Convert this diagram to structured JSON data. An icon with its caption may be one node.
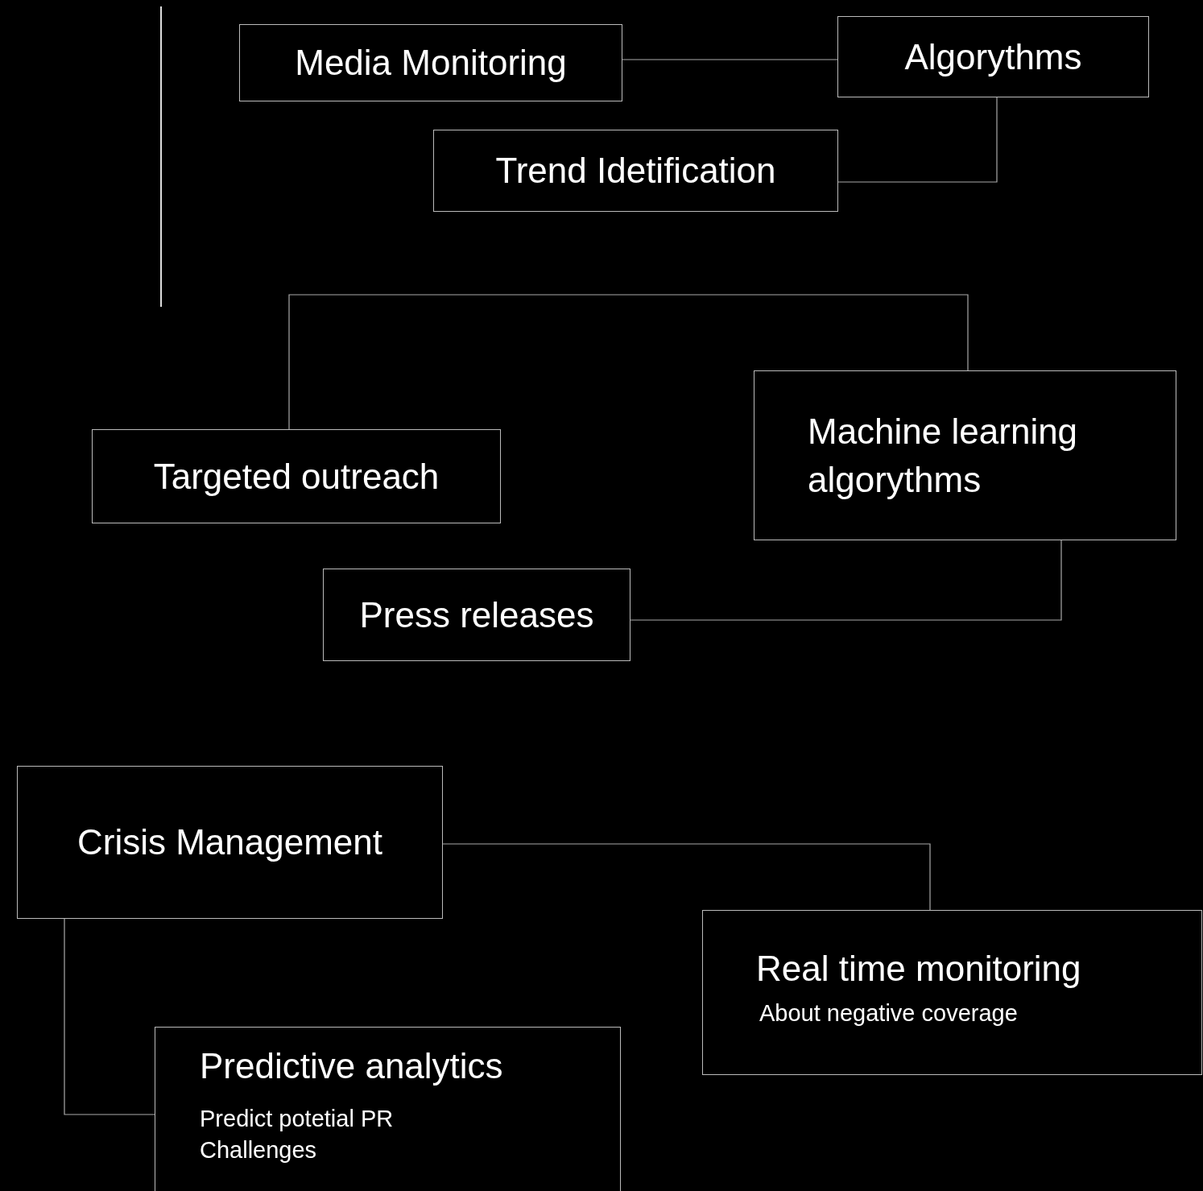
{
  "diagram": {
    "nodes": [
      {
        "text": [
          "Media Monitoring"
        ]
      },
      {
        "text": [
          "Algorythms"
        ]
      },
      {
        "text": [
          "Trend Idetification"
        ]
      },
      {
        "text": [
          "Targeted outreach"
        ]
      },
      {
        "text": [
          "Machine learning algorythms"
        ]
      },
      {
        "text": [
          "Press releases"
        ]
      },
      {
        "text": [
          "Crisis Management"
        ]
      },
      {
        "text": [
          "Real time monitoring",
          "About negative coverage"
        ]
      },
      {
        "text": [
          "Predictive analytics",
          "Predict potetial PR Challenges"
        ]
      }
    ],
    "edges": [
      {
        "from": 0,
        "to": 1,
        "arrow": "none"
      },
      {
        "from": 1,
        "to": 2,
        "arrow": "none"
      },
      {
        "from": 3,
        "to": 4,
        "arrow": "none"
      },
      {
        "from": 4,
        "to": 5,
        "arrow": "none"
      },
      {
        "from": 6,
        "to": 7,
        "arrow": "none"
      },
      {
        "from": 6,
        "to": 8,
        "arrow": "none"
      }
    ]
  }
}
